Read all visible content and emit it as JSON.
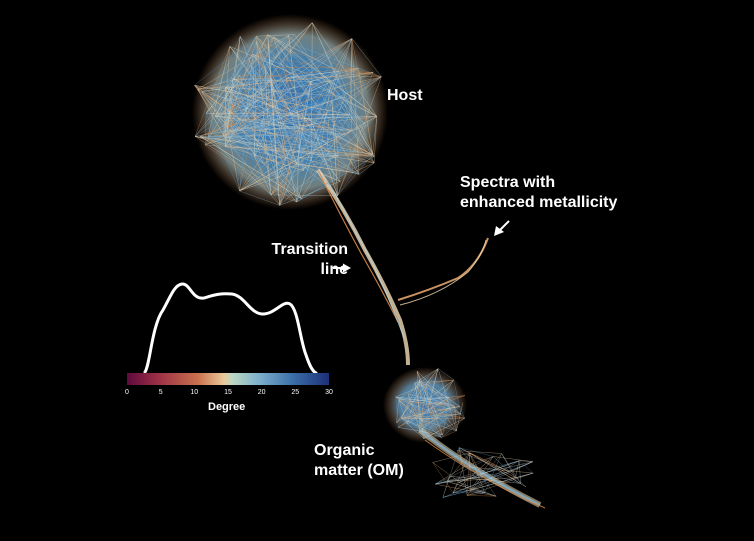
{
  "labels": {
    "host": "Host",
    "transition": "Transition\nline",
    "spectra": "Spectra with\nenhanced metallicity",
    "organic": "Organic\nmatter (OM)"
  },
  "colorbar": {
    "label": "Degree",
    "ticks": [
      "0",
      "5",
      "10",
      "15",
      "20",
      "25",
      "30"
    ],
    "range": [
      0,
      30
    ],
    "colors": [
      "#5e0a3d",
      "#c9704e",
      "#e8c89a",
      "#7fb0cc",
      "#1d2f78"
    ]
  }
}
